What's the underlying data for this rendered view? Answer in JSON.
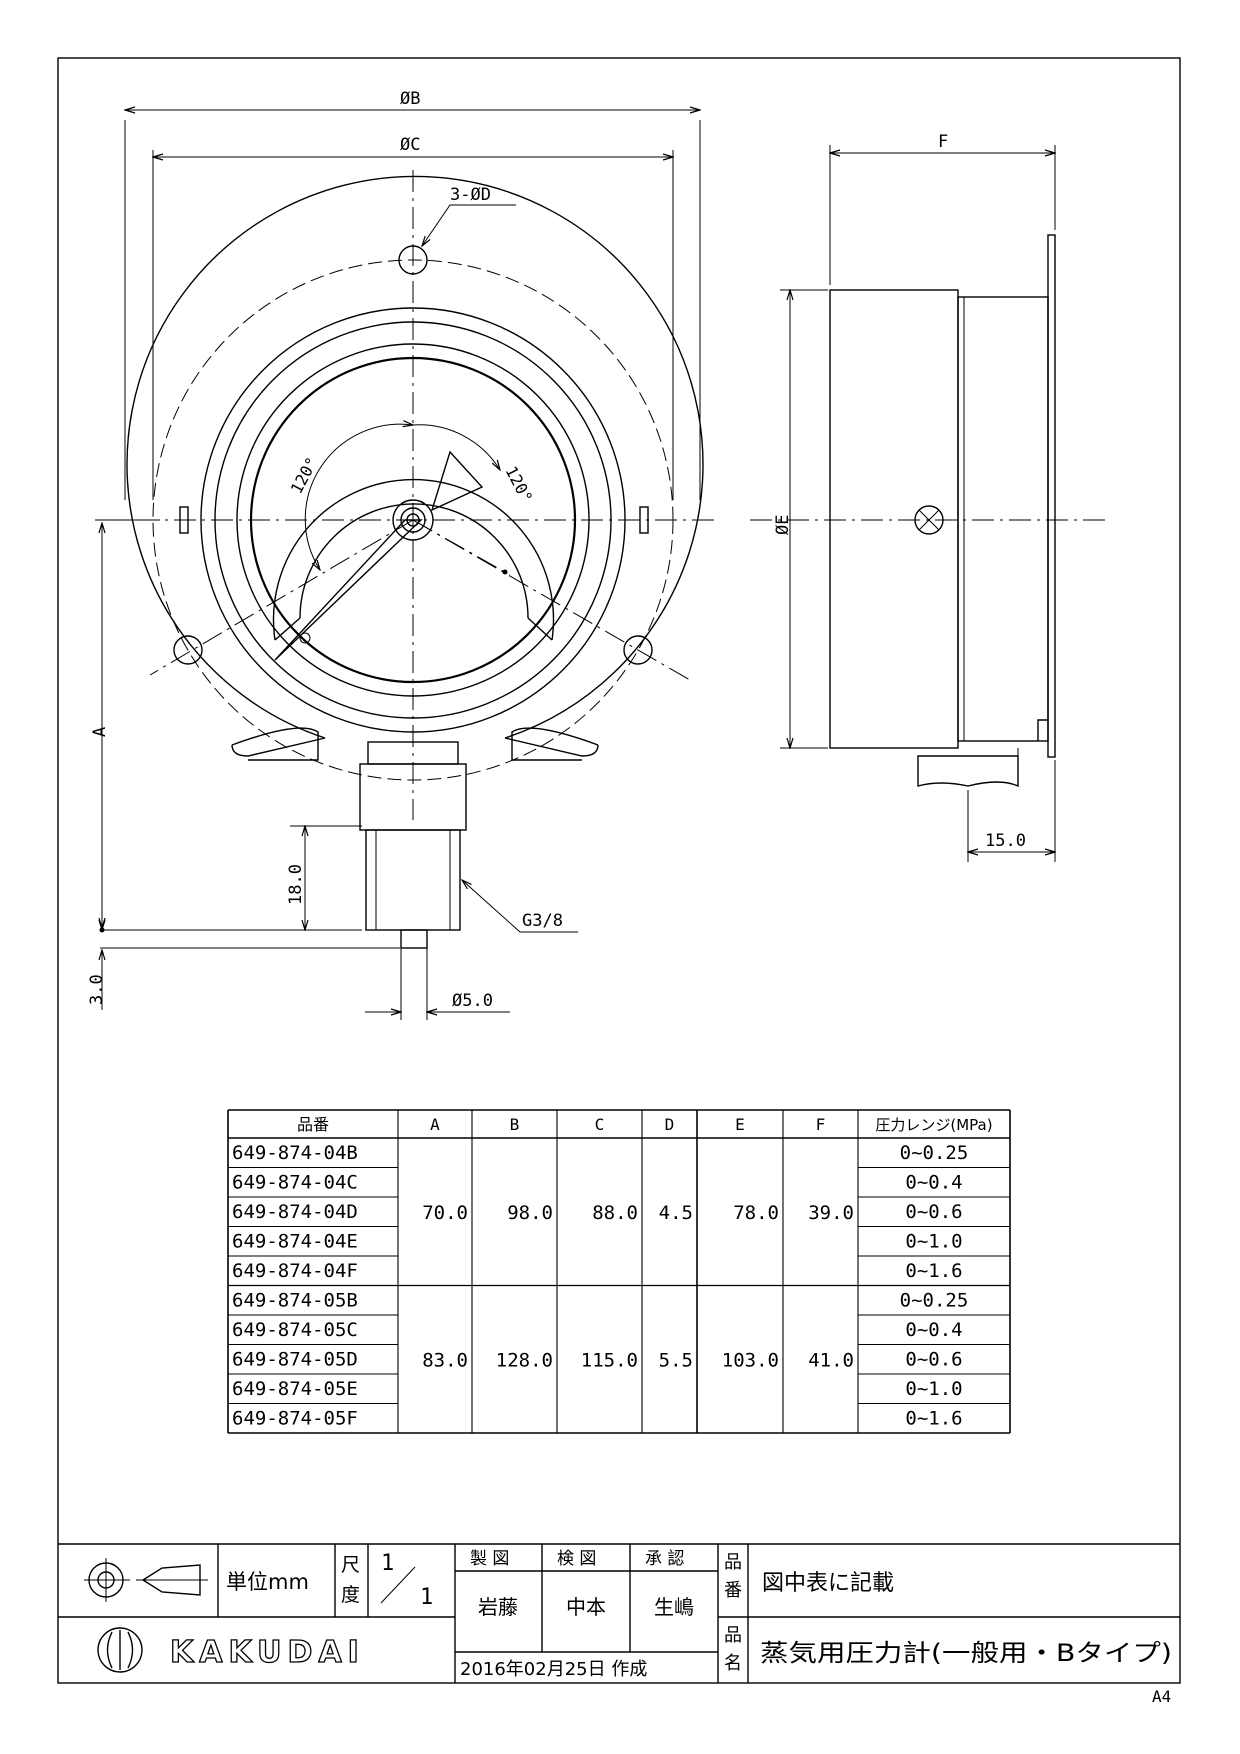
{
  "dimensions": {
    "phiB": "ØB",
    "phiC": "ØC",
    "holes": "3-ØD",
    "angle_left": "120°",
    "angle_right": "120°",
    "phiE": "ØE",
    "F": "F",
    "A": "A",
    "len18": "18.0",
    "len3": "3.0",
    "phi5": "Ø5.0",
    "thread": "G3/8",
    "len15": "15.0"
  },
  "table": {
    "headers": [
      "品番",
      "A",
      "B",
      "C",
      "D",
      "E",
      "F",
      "圧力レンジ(MPa)"
    ],
    "groups": [
      {
        "part_numbers": [
          "649-874-04B",
          "649-874-04C",
          "649-874-04D",
          "649-874-04E",
          "649-874-04F"
        ],
        "A": "70.0",
        "B": "98.0",
        "C": "88.0",
        "D": "4.5",
        "E": "78.0",
        "F": "39.0",
        "ranges": [
          "0~0.25",
          "0~0.4",
          "0~0.6",
          "0~1.0",
          "0~1.6"
        ]
      },
      {
        "part_numbers": [
          "649-874-05B",
          "649-874-05C",
          "649-874-05D",
          "649-874-05E",
          "649-874-05F"
        ],
        "A": "83.0",
        "B": "128.0",
        "C": "115.0",
        "D": "5.5",
        "E": "103.0",
        "F": "41.0",
        "ranges": [
          "0~0.25",
          "0~0.4",
          "0~0.6",
          "0~1.0",
          "0~1.6"
        ]
      }
    ]
  },
  "title_block": {
    "unit_label": "単位mm",
    "scale_label_1": "尺",
    "scale_label_2": "度",
    "scale_num": "1",
    "scale_den": "1",
    "drawn_label": "製 図",
    "checked_label": "検 図",
    "approved_label": "承 認",
    "drawn_by": "岩藤",
    "checked_by": "中本",
    "approved_by": "生嶋",
    "part_no_label_1": "品",
    "part_no_label_2": "番",
    "part_no_value": "図中表に記載",
    "name_label_1": "品",
    "name_label_2": "名",
    "name_value": "蒸気用圧力計(一般用・Bタイプ)",
    "date": "2016年02月25日 作成",
    "logo_text": "KAKUDAI"
  },
  "paper_size": "A4"
}
